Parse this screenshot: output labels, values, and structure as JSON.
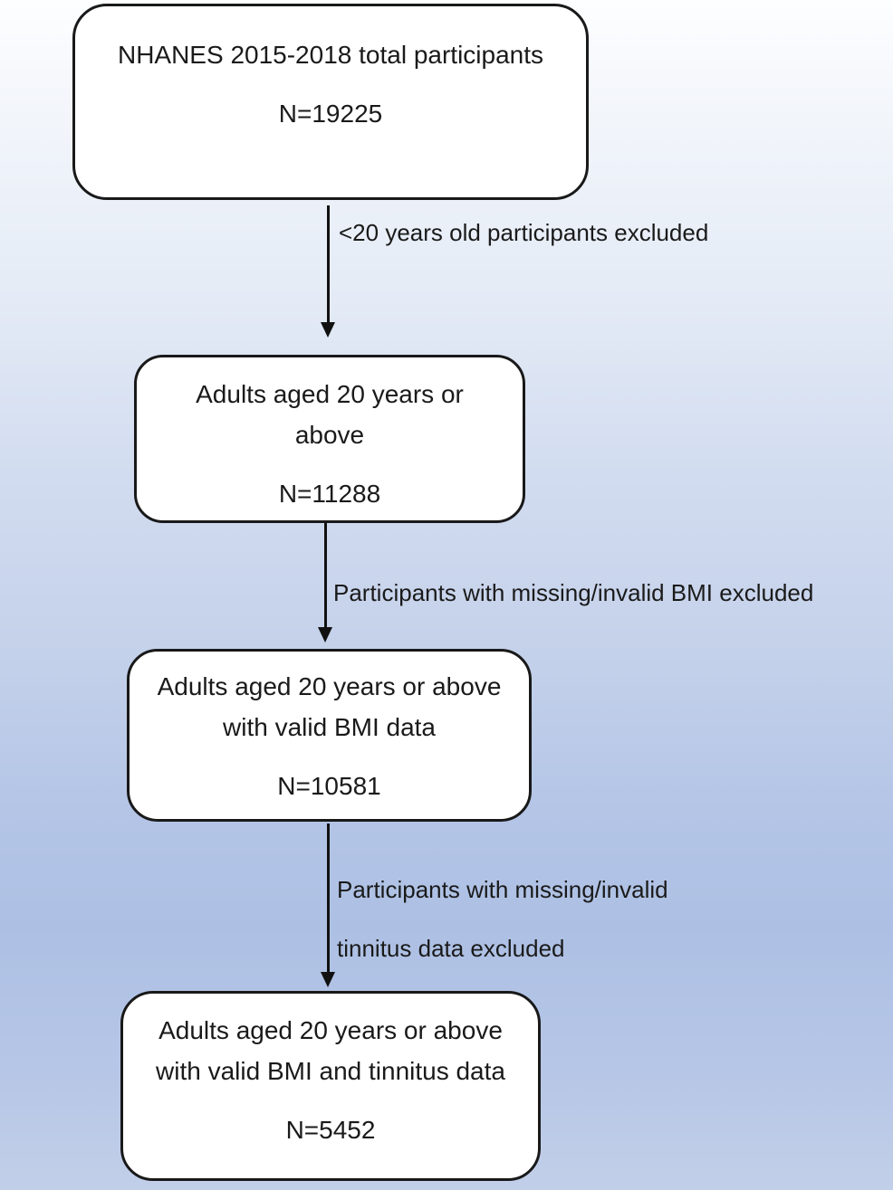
{
  "flowchart": {
    "nodes": [
      {
        "id": "total-participants",
        "lines": [
          "NHANES 2015-2018 total participants"
        ],
        "n": "N=19225"
      },
      {
        "id": "adults-20-or-above",
        "lines": [
          "Adults aged 20 years or",
          "above"
        ],
        "n": "N=11288"
      },
      {
        "id": "adults-valid-bmi",
        "lines": [
          "Adults aged 20 years or above",
          "with valid BMI data"
        ],
        "n": "N=10581"
      },
      {
        "id": "adults-valid-bmi-tinnitus",
        "lines": [
          "Adults aged 20 years or above",
          "with valid BMI and tinnitus data"
        ],
        "n": "N=5452"
      }
    ],
    "edges": [
      {
        "lines": [
          "<20 years old participants excluded"
        ]
      },
      {
        "lines": [
          "Participants with missing/invalid BMI excluded"
        ]
      },
      {
        "lines": [
          "Participants with missing/invalid",
          "tinnitus data excluded"
        ]
      }
    ]
  },
  "colors": {
    "box_fill": "#ffffff",
    "box_border": "#191919",
    "text": "#1a1a1a",
    "arrow": "#111111",
    "bg_top": "#fdfeff",
    "bg_mid": "#c4d1ea",
    "bg_deep": "#adc0e4",
    "bg_bottom": "#c2cfe9"
  }
}
